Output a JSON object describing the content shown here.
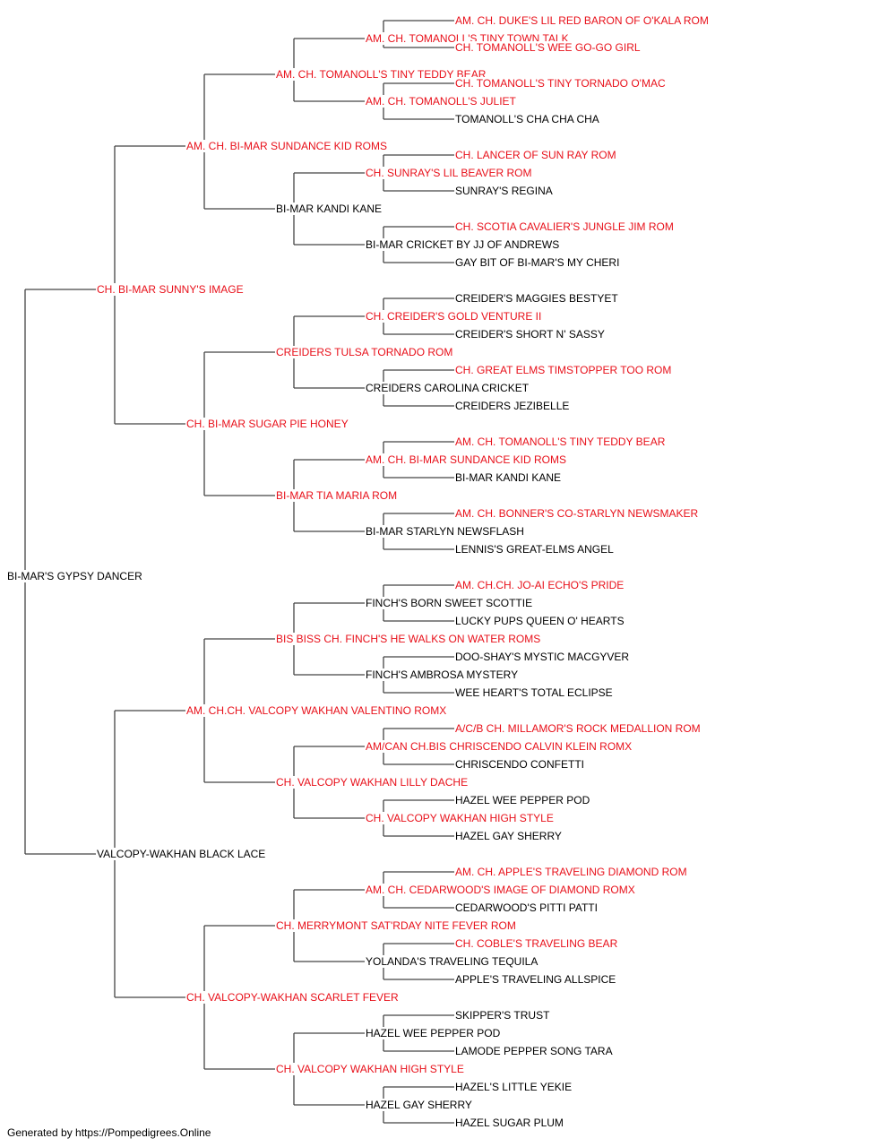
{
  "colors": {
    "champion": "#e8101a",
    "normal": "#000000",
    "line": "#444444"
  },
  "footer": "Generated by https://Pompedigrees.Online",
  "pedigree": {
    "name": "BI-MAR'S GYPSY DANCER",
    "champion": false,
    "sire": {
      "name": "CH. BI-MAR SUNNY'S IMAGE",
      "champion": true,
      "sire": {
        "name": "AM. CH. BI-MAR SUNDANCE KID ROMS",
        "champion": true,
        "sire": {
          "name": "AM. CH. TOMANOLL'S TINY TEDDY BEAR",
          "champion": true,
          "sire": {
            "name": "AM. CH. TOMANOLL'S TINY TOWN TALK",
            "champion": true,
            "sire": {
              "name": "AM. CH. DUKE'S LIL RED BARON OF O'KALA ROM",
              "champion": true
            },
            "dam": {
              "name": "CH. TOMANOLL'S WEE GO-GO GIRL",
              "champion": true
            }
          },
          "dam": {
            "name": "AM. CH. TOMANOLL'S JULIET",
            "champion": true,
            "sire": {
              "name": "CH. TOMANOLL'S TINY TORNADO O'MAC",
              "champion": true
            },
            "dam": {
              "name": "TOMANOLL'S CHA CHA CHA",
              "champion": false
            }
          }
        },
        "dam": {
          "name": "BI-MAR KANDI KANE",
          "champion": false,
          "sire": {
            "name": "CH. SUNRAY'S LIL BEAVER ROM",
            "champion": true,
            "sire": {
              "name": "CH. LANCER OF SUN RAY ROM",
              "champion": true
            },
            "dam": {
              "name": "SUNRAY'S REGINA",
              "champion": false
            }
          },
          "dam": {
            "name": "BI-MAR CRICKET BY JJ OF ANDREWS",
            "champion": false,
            "sire": {
              "name": "CH. SCOTIA CAVALIER'S JUNGLE JIM ROM",
              "champion": true
            },
            "dam": {
              "name": "GAY BIT OF BI-MAR'S MY CHERI",
              "champion": false
            }
          }
        }
      },
      "dam": {
        "name": "CH. BI-MAR SUGAR PIE HONEY",
        "champion": true,
        "sire": {
          "name": "CREIDERS TULSA TORNADO ROM",
          "champion": true,
          "sire": {
            "name": "CH. CREIDER'S GOLD VENTURE II",
            "champion": true,
            "sire": {
              "name": "CREIDER'S MAGGIES BESTYET",
              "champion": false
            },
            "dam": {
              "name": "CREIDER'S SHORT N' SASSY",
              "champion": false
            }
          },
          "dam": {
            "name": "CREIDERS CAROLINA CRICKET",
            "champion": false,
            "sire": {
              "name": "CH. GREAT ELMS TIMSTOPPER TOO ROM",
              "champion": true
            },
            "dam": {
              "name": "CREIDERS JEZIBELLE",
              "champion": false
            }
          }
        },
        "dam": {
          "name": "BI-MAR TIA MARIA ROM",
          "champion": true,
          "sire": {
            "name": "AM. CH. BI-MAR SUNDANCE KID ROMS",
            "champion": true,
            "sire": {
              "name": "AM. CH. TOMANOLL'S TINY TEDDY BEAR",
              "champion": true
            },
            "dam": {
              "name": "BI-MAR KANDI KANE",
              "champion": false
            }
          },
          "dam": {
            "name": "BI-MAR STARLYN NEWSFLASH",
            "champion": false,
            "sire": {
              "name": "AM. CH. BONNER'S CO-STARLYN NEWSMAKER",
              "champion": true
            },
            "dam": {
              "name": "LENNIS'S GREAT-ELMS ANGEL",
              "champion": false
            }
          }
        }
      }
    },
    "dam": {
      "name": "VALCOPY-WAKHAN BLACK LACE",
      "champion": false,
      "sire": {
        "name": "AM. CH.CH. VALCOPY WAKHAN VALENTINO ROMX",
        "champion": true,
        "sire": {
          "name": "BIS BISS CH. FINCH'S HE WALKS ON WATER ROMS",
          "champion": true,
          "sire": {
            "name": "FINCH'S BORN SWEET SCOTTIE",
            "champion": false,
            "sire": {
              "name": "AM. CH.CH. JO-AI ECHO'S PRIDE",
              "champion": true
            },
            "dam": {
              "name": "LUCKY PUPS QUEEN O' HEARTS",
              "champion": false
            }
          },
          "dam": {
            "name": "FINCH'S AMBROSA MYSTERY",
            "champion": false,
            "sire": {
              "name": "DOO-SHAY'S MYSTIC MACGYVER",
              "champion": false
            },
            "dam": {
              "name": "WEE HEART'S TOTAL ECLIPSE",
              "champion": false
            }
          }
        },
        "dam": {
          "name": "CH. VALCOPY WAKHAN LILLY DACHE",
          "champion": true,
          "sire": {
            "name": "AM/CAN CH.BIS CHRISCENDO CALVIN KLEIN ROMX",
            "champion": true,
            "sire": {
              "name": "A/C/B CH. MILLAMOR'S ROCK MEDALLION ROM",
              "champion": true
            },
            "dam": {
              "name": "CHRISCENDO CONFETTI",
              "champion": false
            }
          },
          "dam": {
            "name": "CH. VALCOPY WAKHAN HIGH STYLE",
            "champion": true,
            "sire": {
              "name": "HAZEL WEE PEPPER POD",
              "champion": false
            },
            "dam": {
              "name": "HAZEL GAY SHERRY",
              "champion": false
            }
          }
        }
      },
      "dam": {
        "name": "CH. VALCOPY-WAKHAN SCARLET FEVER",
        "champion": true,
        "sire": {
          "name": "CH. MERRYMONT SAT'RDAY NITE FEVER ROM",
          "champion": true,
          "sire": {
            "name": "AM. CH. CEDARWOOD'S IMAGE OF DIAMOND ROMX",
            "champion": true,
            "sire": {
              "name": "AM. CH. APPLE'S TRAVELING DIAMOND ROM",
              "champion": true
            },
            "dam": {
              "name": "CEDARWOOD'S PITTI PATTI",
              "champion": false
            }
          },
          "dam": {
            "name": "YOLANDA'S TRAVELING TEQUILA",
            "champion": false,
            "sire": {
              "name": "CH. COBLE'S TRAVELING BEAR",
              "champion": true
            },
            "dam": {
              "name": "APPLE'S TRAVELING ALLSPICE",
              "champion": false
            }
          }
        },
        "dam": {
          "name": "CH. VALCOPY WAKHAN HIGH STYLE",
          "champion": true,
          "sire": {
            "name": "HAZEL WEE PEPPER POD",
            "champion": false,
            "sire": {
              "name": "SKIPPER'S TRUST",
              "champion": false
            },
            "dam": {
              "name": "LAMODE PEPPER SONG TARA",
              "champion": false
            }
          },
          "dam": {
            "name": "HAZEL GAY SHERRY",
            "champion": false,
            "sire": {
              "name": "HAZEL'S LITTLE YEKIE",
              "champion": false
            },
            "dam": {
              "name": "HAZEL SUGAR PLUM",
              "champion": false
            }
          }
        }
      }
    }
  }
}
